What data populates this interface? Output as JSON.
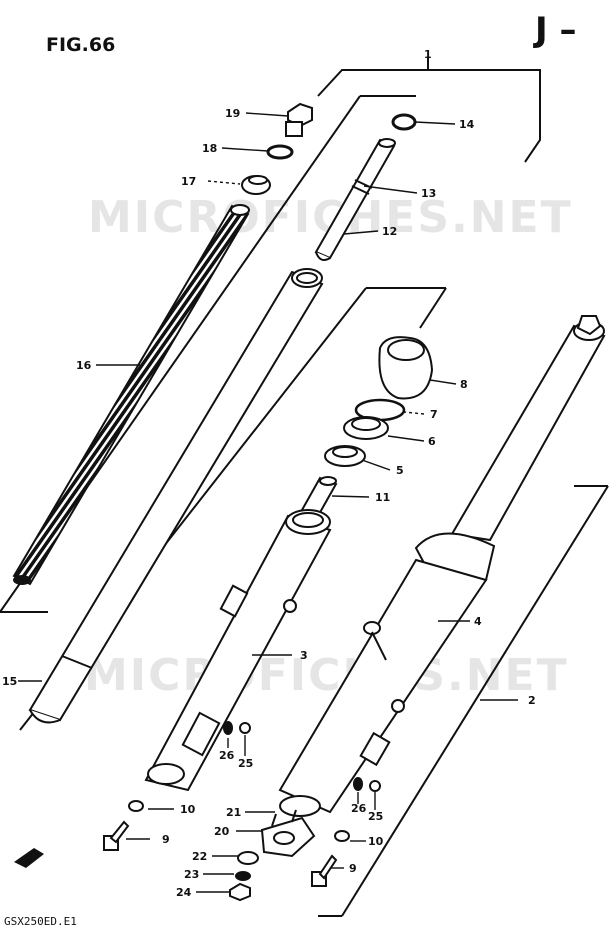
{
  "figure": {
    "title": "FIG.66",
    "section": "J –",
    "footer_code": "GSX250ED.E1"
  },
  "watermark": "MICROFICHES.NET",
  "callouts": [
    {
      "id": "1",
      "label": "1"
    },
    {
      "id": "2",
      "label": "2"
    },
    {
      "id": "3",
      "label": "3"
    },
    {
      "id": "4",
      "label": "4"
    },
    {
      "id": "5",
      "label": "5"
    },
    {
      "id": "6",
      "label": "6"
    },
    {
      "id": "7",
      "label": "7"
    },
    {
      "id": "8",
      "label": "8"
    },
    {
      "id": "9a",
      "label": "9"
    },
    {
      "id": "9b",
      "label": "9"
    },
    {
      "id": "10a",
      "label": "10"
    },
    {
      "id": "10b",
      "label": "10"
    },
    {
      "id": "11",
      "label": "11"
    },
    {
      "id": "12",
      "label": "12"
    },
    {
      "id": "13",
      "label": "13"
    },
    {
      "id": "14",
      "label": "14"
    },
    {
      "id": "15",
      "label": "15"
    },
    {
      "id": "16",
      "label": "16"
    },
    {
      "id": "17",
      "label": "17"
    },
    {
      "id": "18",
      "label": "18"
    },
    {
      "id": "19",
      "label": "19"
    },
    {
      "id": "20",
      "label": "20"
    },
    {
      "id": "21",
      "label": "21"
    },
    {
      "id": "22",
      "label": "22"
    },
    {
      "id": "23",
      "label": "23"
    },
    {
      "id": "24",
      "label": "24"
    },
    {
      "id": "25a",
      "label": "25"
    },
    {
      "id": "25b",
      "label": "25"
    },
    {
      "id": "26a",
      "label": "26"
    },
    {
      "id": "26b",
      "label": "26"
    }
  ]
}
